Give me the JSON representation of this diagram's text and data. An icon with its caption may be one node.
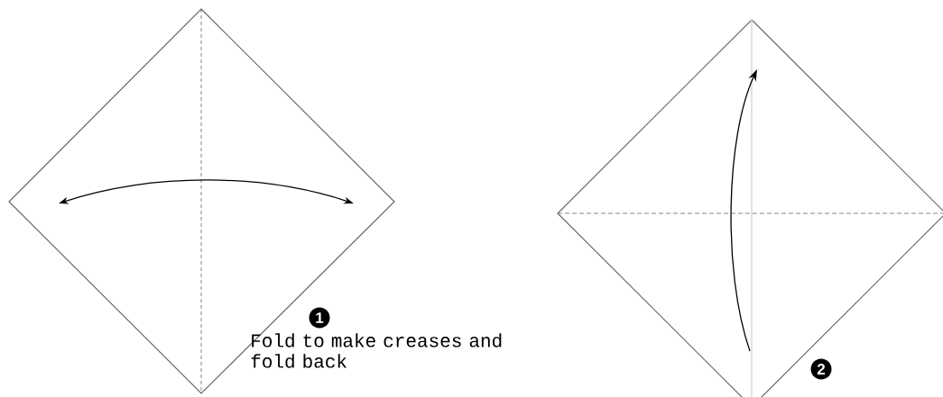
{
  "diagram": {
    "labels": [
      "1",
      "Fold to make creases and fold back",
      "2"
    ]
  }
}
